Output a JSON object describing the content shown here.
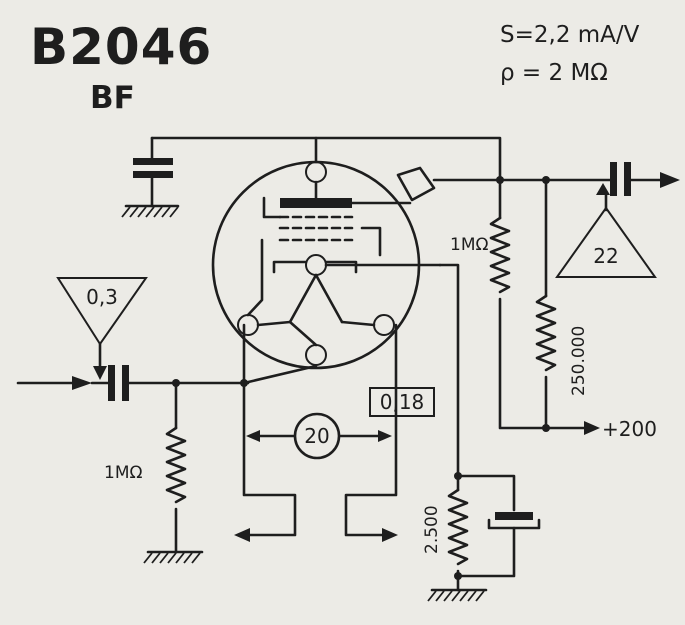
{
  "header": {
    "tube_type": "B2046",
    "tube_function": "BF",
    "transconductance": "S=2,2 mA/V",
    "resistance": "ρ = 2 MΩ"
  },
  "components": {
    "grid_resistor": "1MΩ",
    "anode_resistor": "1MΩ",
    "output_resistor": "250.000",
    "cathode_resistor": "2.500"
  },
  "values": {
    "input_signal": "0,3",
    "output_signal": "22",
    "filament_current": "0,18",
    "filament_voltage": "20",
    "supply_voltage": "+200"
  }
}
